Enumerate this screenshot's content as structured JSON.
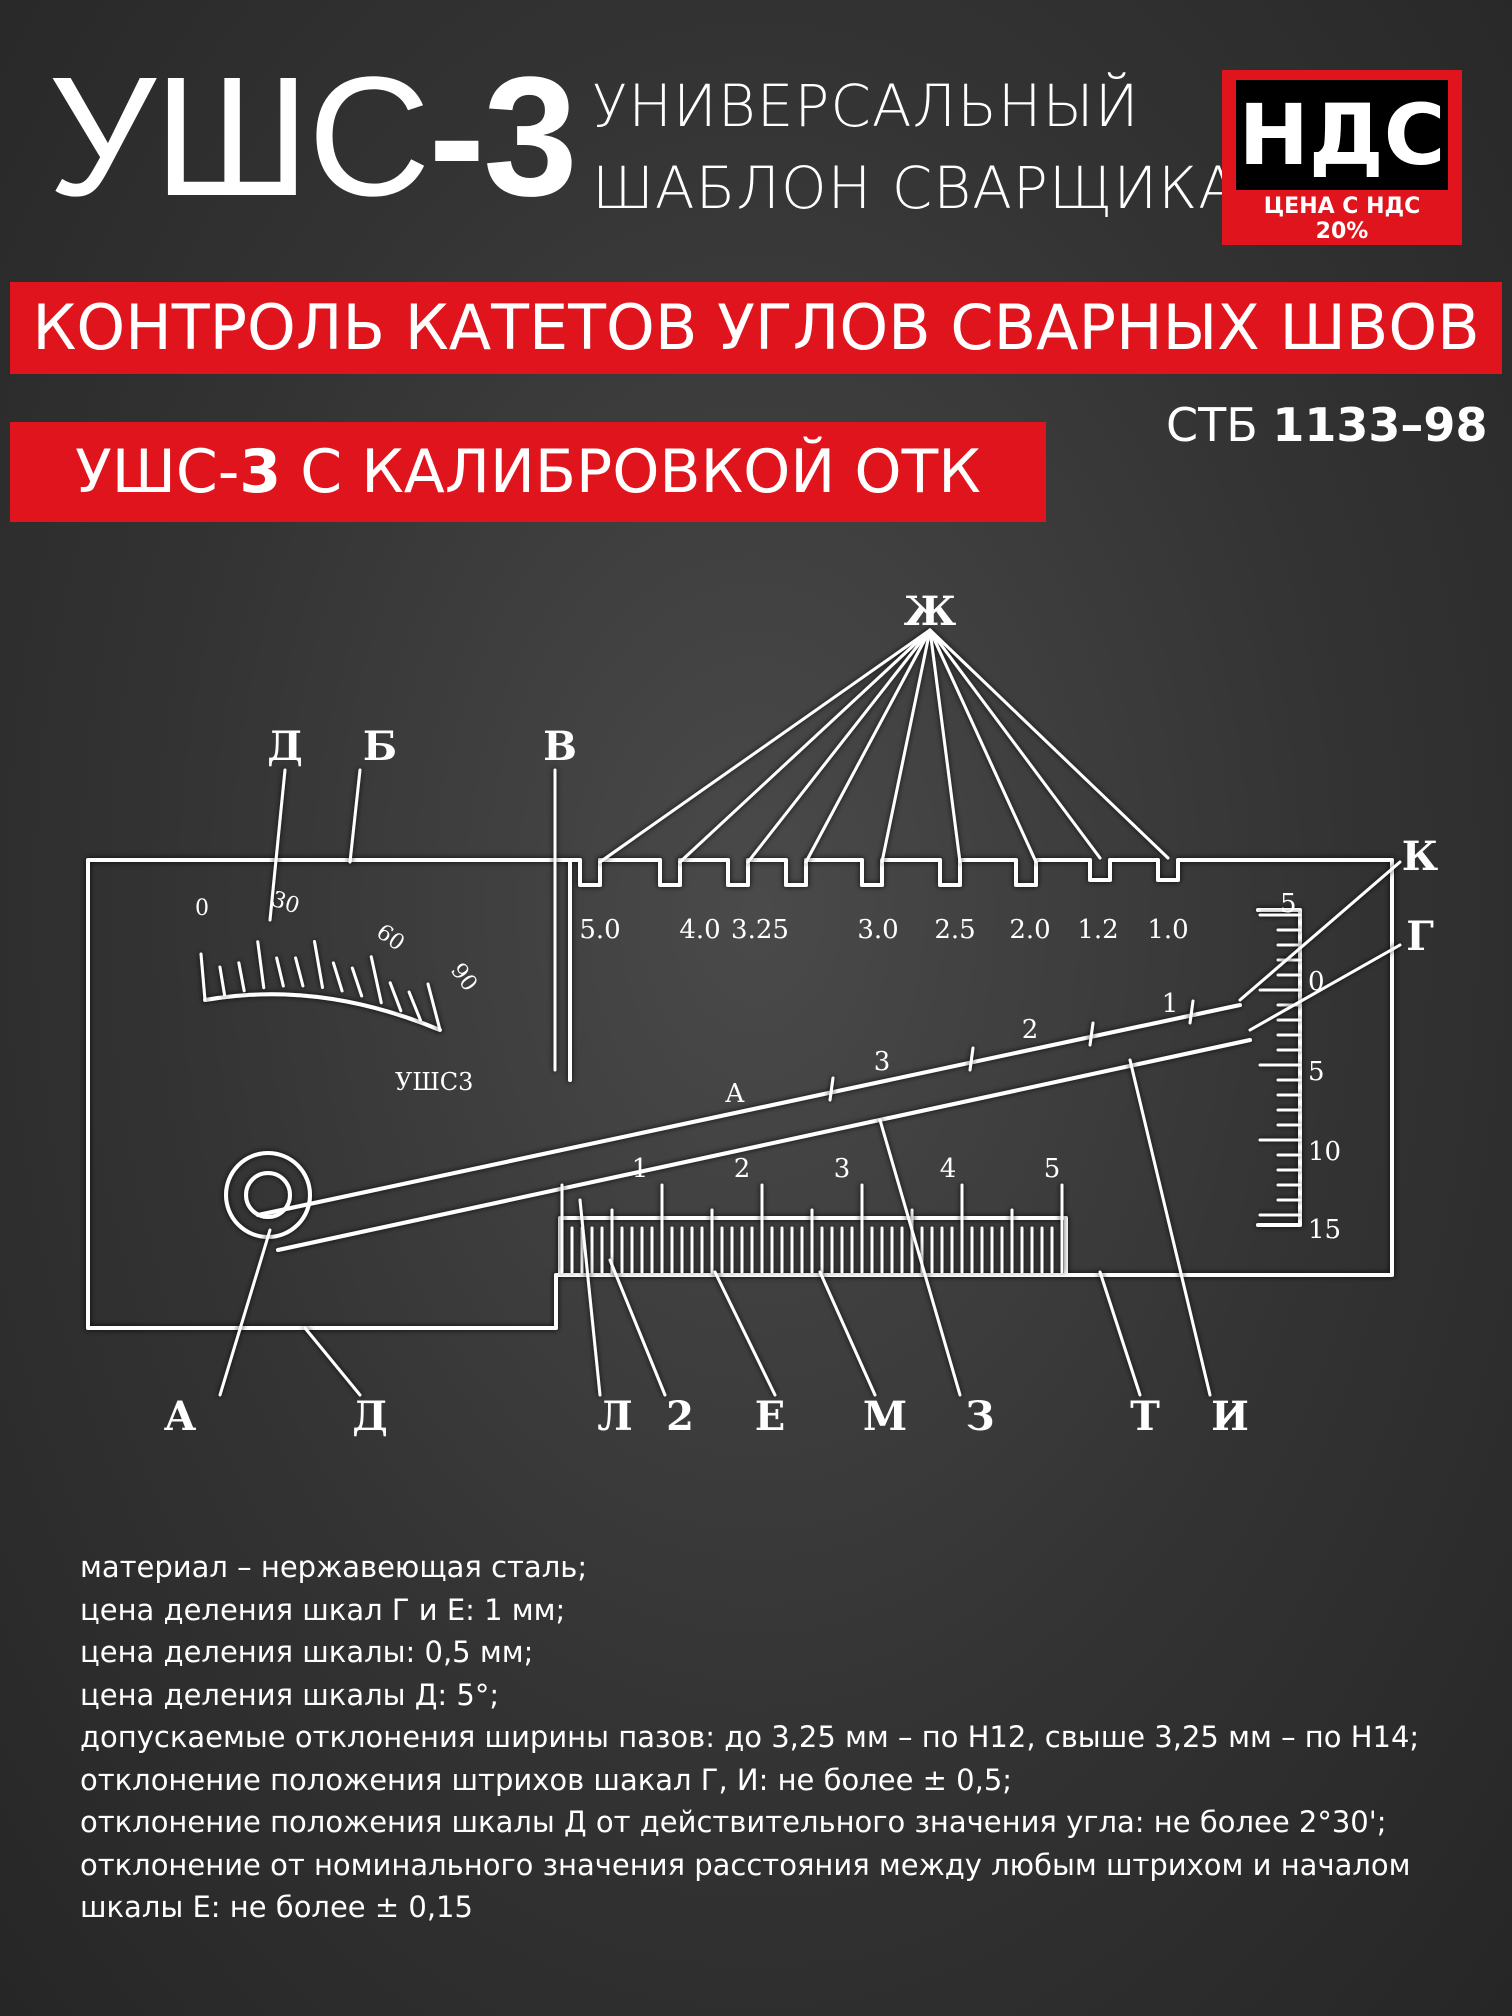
{
  "header": {
    "brand_light": "УШС",
    "brand_bold": "-3",
    "subtitle_line1": "УНИВЕРСАЛЬНЫЙ",
    "subtitle_line2": "ШАБЛОН СВАРЩИКА"
  },
  "vat_badge": {
    "title": "НДС",
    "note_line1": "ЦЕНА С НДС",
    "note_line2": "20%"
  },
  "banner_main": "КОНТРОЛЬ КАТЕТОВ УГЛОВ СВАРНЫХ ШВОВ",
  "banner_calibration": {
    "prefix": "УШС-",
    "bold": "3",
    "suffix": " С КАЛИБРОВКОЙ ОТК"
  },
  "standard": {
    "prefix": "СТБ ",
    "bold": "1133–98"
  },
  "drawing": {
    "slot_values": [
      "5.0",
      "4.0",
      "3.25",
      "3.0",
      "2.5",
      "2.0",
      "1.2",
      "1.0"
    ],
    "angle_marks": [
      "0",
      "30",
      "60",
      "90"
    ],
    "top_letters": [
      "Д",
      "Б",
      "В",
      "Ж",
      "К",
      "Г"
    ],
    "bottom_letters": [
      "А",
      "Д",
      "Л",
      "2",
      "Е",
      "М",
      "З",
      "Т",
      "И"
    ],
    "arm_letter": "А",
    "arm_numbers": [
      "3",
      "2",
      "1"
    ],
    "lower_numbers": [
      "1",
      "2",
      "3",
      "4",
      "5"
    ],
    "side_numbers": [
      "5",
      "0",
      "5",
      "10",
      "15"
    ],
    "stamp": "УШС3"
  },
  "specs": [
    "материал – нержавеющая сталь;",
    "цена деления шкал Г и Е: 1 мм;",
    "цена деления шкалы: 0,5 мм;",
    "цена деления шкалы Д: 5°;",
    "допускаемые отклонения ширины пазов: до 3,25 мм – по Н12, свыше 3,25 мм – по Н14;",
    "отклонение положения штрихов шакал Г, И: не более ± 0,5;",
    "отклонение положения шкалы Д от действительного значения угла: не более 2°30';",
    "отклонение от номинального значения расстояния между любым штрихом и началом",
    "шкалы Е: не более ± 0,15"
  ]
}
